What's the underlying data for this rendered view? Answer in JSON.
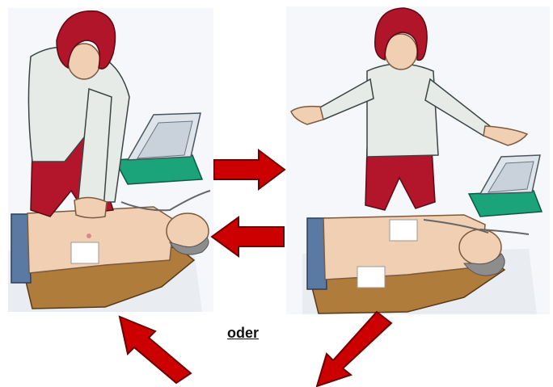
{
  "label": "oder",
  "colors": {
    "arrow": "#cc0000",
    "hair": "#b0152a",
    "shirt": "#e6ebe8",
    "pants": "#b3162a",
    "skin": "#f1cfb3",
    "aed_body": "#1ba37a",
    "aed_screen": "#dde4ea",
    "patient_jacket": "#b07c3b",
    "patient_hair": "#8d8d8d",
    "jeans": "#5a7aa3"
  },
  "icons": {
    "left_panel": "rescuer-performing-chest-compressions-with-aed",
    "right_panel": "rescuer-standing-clear-while-aed-analyzes",
    "arrow_right": "arrow-right-icon",
    "arrow_left": "arrow-left-icon",
    "arrow_up_left": "arrow-up-left-icon",
    "arrow_down_left": "arrow-down-left-icon"
  }
}
